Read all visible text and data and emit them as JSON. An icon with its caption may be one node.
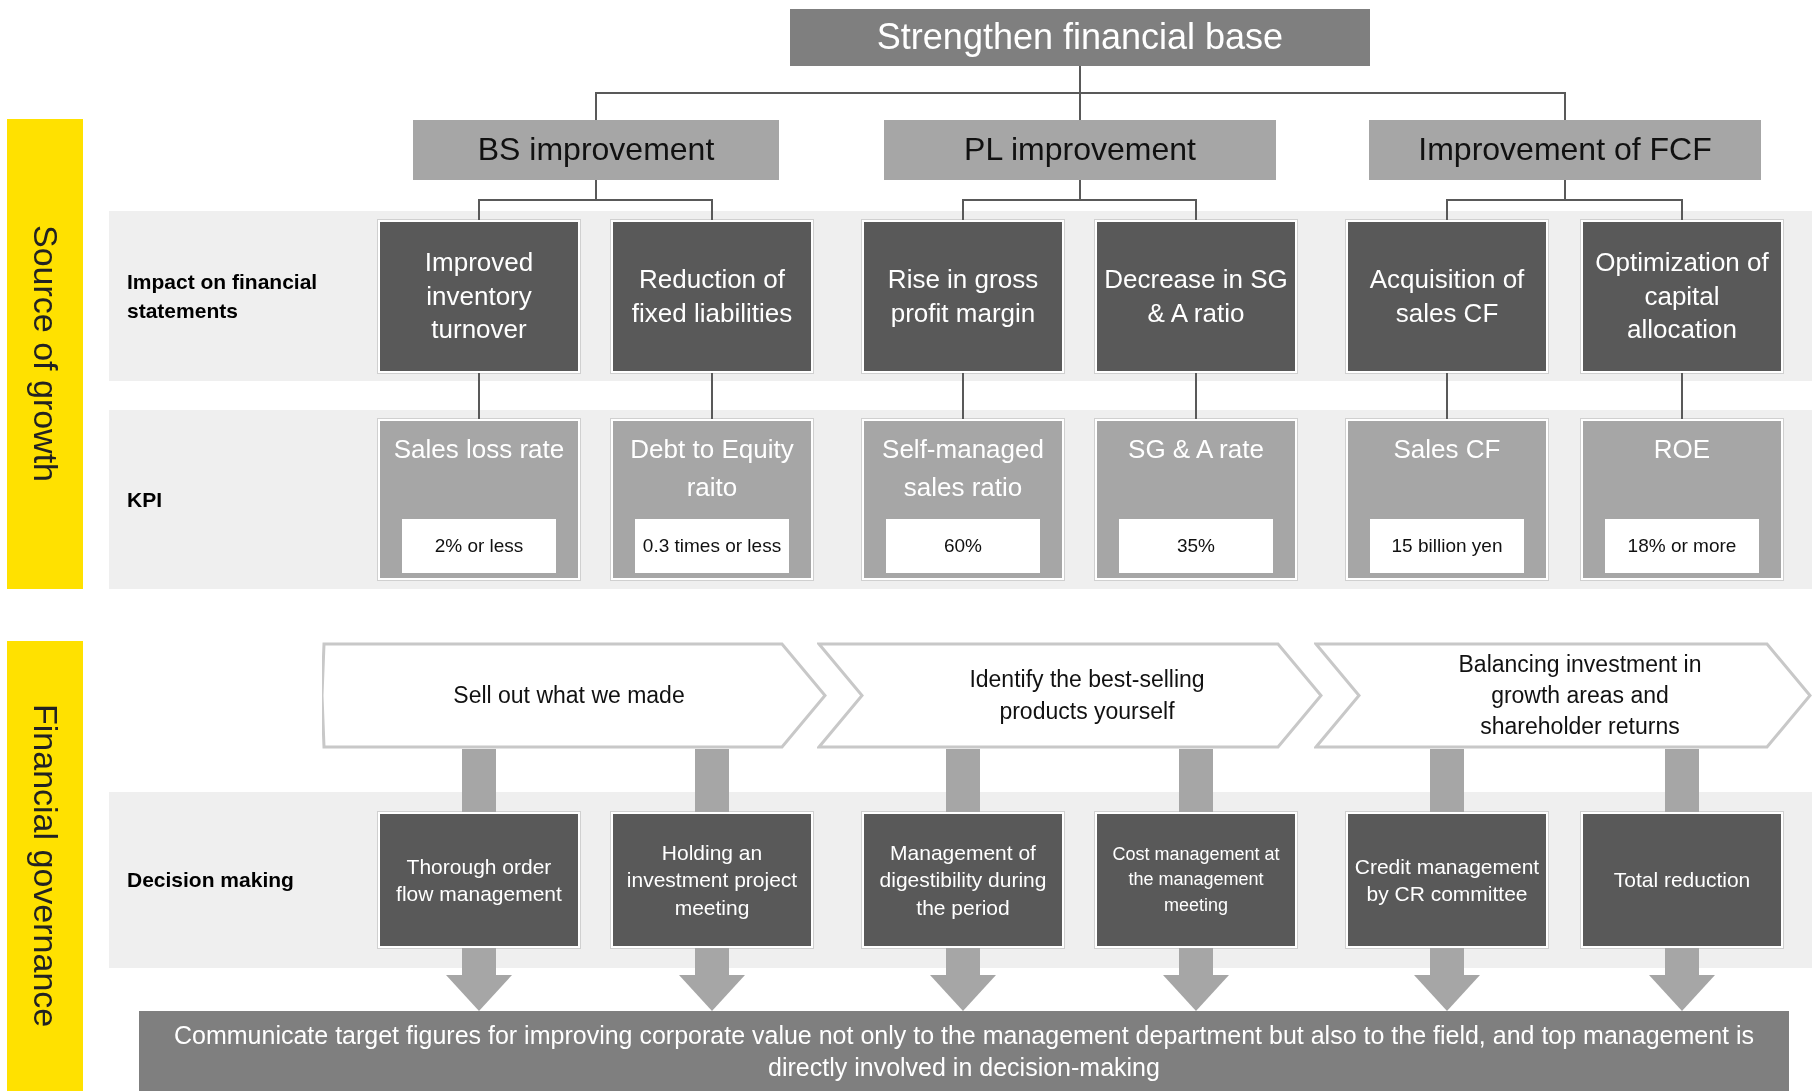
{
  "diagram": {
    "nodes": [
      {
        "text": [
          "Strengthen financial base"
        ]
      },
      {
        "text": [
          "BS improvement"
        ]
      },
      {
        "text": [
          "PL improvement"
        ]
      },
      {
        "text": [
          "Improvement of FCF"
        ]
      },
      {
        "text": [
          "Source of growth"
        ]
      },
      {
        "text": [
          "Impact on financial statements"
        ]
      },
      {
        "text": [
          "Improved inventory turnover"
        ],
        "in": 5
      },
      {
        "text": [
          "Reduction of fixed liabilities"
        ],
        "in": 5
      },
      {
        "text": [
          "Rise in gross profit margin"
        ],
        "in": 5
      },
      {
        "text": [
          "Decrease in SG & A ratio"
        ],
        "in": 5
      },
      {
        "text": [
          "Acquisition of sales CF"
        ],
        "in": 5
      },
      {
        "text": [
          "Optimization of capital allocation"
        ],
        "in": 5
      },
      {
        "text": [
          "KPI"
        ]
      },
      {
        "text": [
          "Sales loss rate",
          "2% or less"
        ],
        "in": 12
      },
      {
        "text": [
          "Debt to Equity raito",
          "0.3 times or less"
        ],
        "in": 12
      },
      {
        "text": [
          "Self-managed sales ratio",
          "60%"
        ],
        "in": 12
      },
      {
        "text": [
          "SG & A rate",
          "35%"
        ],
        "in": 12
      },
      {
        "text": [
          "Sales CF",
          "15 billion yen"
        ],
        "in": 12
      },
      {
        "text": [
          "ROE",
          "18% or more"
        ],
        "in": 12
      },
      {
        "text": [
          "Financial governance"
        ]
      },
      {
        "text": [
          "Sell out what we made"
        ]
      },
      {
        "text": [
          "Identify the best-selling products yourself"
        ]
      },
      {
        "text": [
          "Balancing investment in growth areas and shareholder returns"
        ]
      },
      {
        "text": [
          "Decision making"
        ]
      },
      {
        "text": [
          "Thorough order flow management"
        ],
        "in": 23
      },
      {
        "text": [
          "Holding an investment project meeting"
        ],
        "in": 23
      },
      {
        "text": [
          "Management of digestibility during the period"
        ],
        "in": 23
      },
      {
        "text": [
          "Cost management at the management meeting"
        ],
        "in": 23
      },
      {
        "text": [
          "Credit management by CR committee"
        ],
        "in": 23
      },
      {
        "text": [
          "Total reduction"
        ],
        "in": 23
      },
      {
        "text": [
          "Communicate target figures for improving corporate value not only to the management department but also to the field, and top management is directly involved in decision-making"
        ]
      }
    ],
    "edges": [
      {
        "from": 0,
        "to": 1,
        "arrow": "none"
      },
      {
        "from": 0,
        "to": 2,
        "arrow": "none"
      },
      {
        "from": 0,
        "to": 3,
        "arrow": "none"
      },
      {
        "from": 1,
        "to": 6,
        "arrow": "none"
      },
      {
        "from": 1,
        "to": 7,
        "arrow": "none"
      },
      {
        "from": 2,
        "to": 8,
        "arrow": "none"
      },
      {
        "from": 2,
        "to": 9,
        "arrow": "none"
      },
      {
        "from": 3,
        "to": 10,
        "arrow": "none"
      },
      {
        "from": 3,
        "to": 11,
        "arrow": "none"
      },
      {
        "from": 6,
        "to": 13,
        "arrow": "none"
      },
      {
        "from": 7,
        "to": 14,
        "arrow": "none"
      },
      {
        "from": 8,
        "to": 15,
        "arrow": "none"
      },
      {
        "from": 9,
        "to": 16,
        "arrow": "none"
      },
      {
        "from": 10,
        "to": 17,
        "arrow": "none"
      },
      {
        "from": 11,
        "to": 18,
        "arrow": "none"
      },
      {
        "from": 20,
        "to": 24,
        "arrow": "none",
        "style": "thick",
        "color": "#a6a6a6"
      },
      {
        "from": 20,
        "to": 25,
        "arrow": "none",
        "style": "thick",
        "color": "#a6a6a6"
      },
      {
        "from": 21,
        "to": 26,
        "arrow": "none",
        "style": "thick",
        "color": "#a6a6a6"
      },
      {
        "from": 21,
        "to": 27,
        "arrow": "none",
        "style": "thick",
        "color": "#a6a6a6"
      },
      {
        "from": 22,
        "to": 28,
        "arrow": "none",
        "style": "thick",
        "color": "#a6a6a6"
      },
      {
        "from": 22,
        "to": 29,
        "arrow": "none",
        "style": "thick",
        "color": "#a6a6a6"
      },
      {
        "from": 24,
        "to": 30,
        "arrow": "to",
        "style": "thick",
        "color": "#a6a6a6"
      },
      {
        "from": 25,
        "to": 30,
        "arrow": "to",
        "style": "thick",
        "color": "#a6a6a6"
      },
      {
        "from": 26,
        "to": 30,
        "arrow": "to",
        "style": "thick",
        "color": "#a6a6a6"
      },
      {
        "from": 27,
        "to": 30,
        "arrow": "to",
        "style": "thick",
        "color": "#a6a6a6"
      },
      {
        "from": 28,
        "to": 30,
        "arrow": "to",
        "style": "thick",
        "color": "#a6a6a6"
      },
      {
        "from": 29,
        "to": 30,
        "arrow": "to",
        "style": "thick",
        "color": "#a6a6a6"
      }
    ]
  }
}
